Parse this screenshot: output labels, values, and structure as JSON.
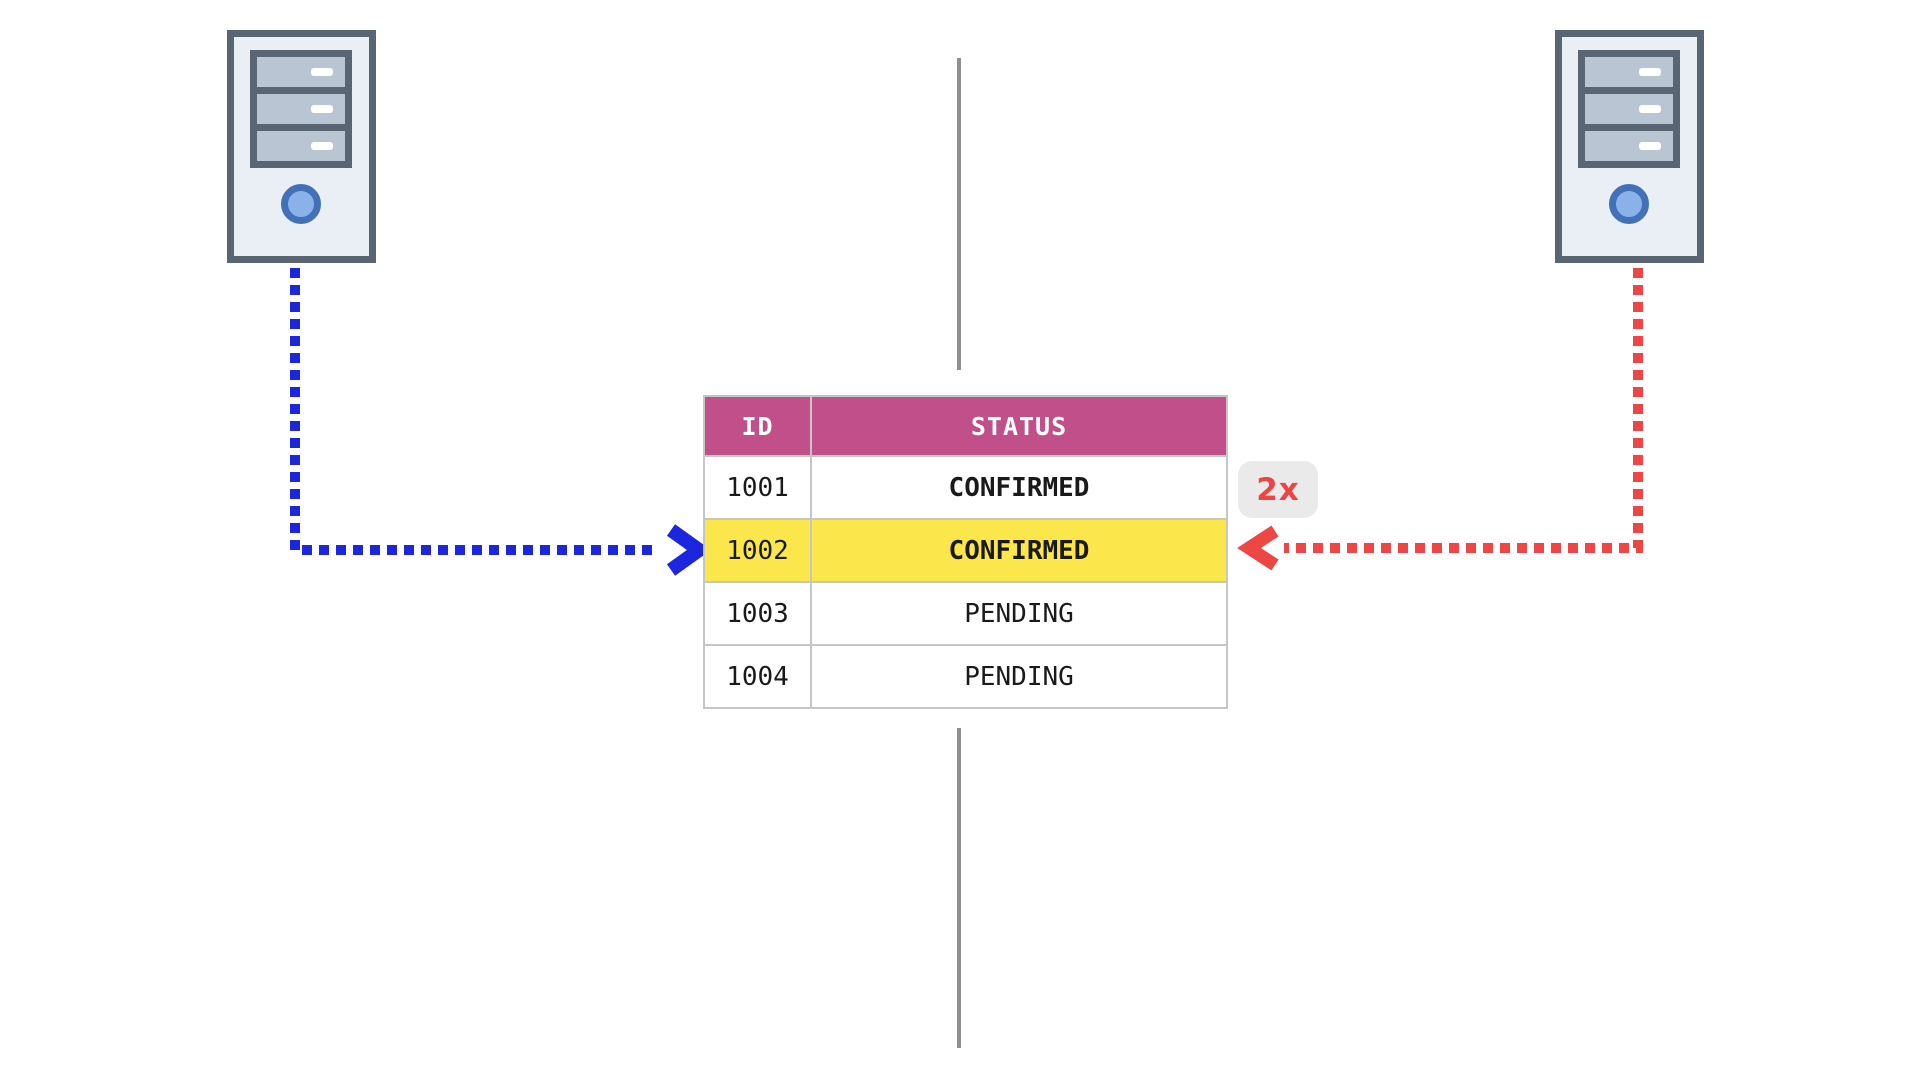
{
  "table": {
    "columns": [
      "ID",
      "STATUS"
    ],
    "rows": [
      {
        "id": "1001",
        "status": "CONFIRMED"
      },
      {
        "id": "1002",
        "status": "CONFIRMED"
      },
      {
        "id": "1003",
        "status": "PENDING"
      },
      {
        "id": "1004",
        "status": "PENDING"
      }
    ]
  },
  "badge": {
    "label": "2x"
  },
  "colors": {
    "header-pink": "#c04f8a",
    "header-text": "#ffffff",
    "highlight-yellow": "#fbe64b",
    "status-blue": "#1747d8",
    "status-red": "#d6391b",
    "arrow-blue": "#1c26de",
    "arrow-red": "#ee4545",
    "badge-bg": "#eaeaea",
    "badge-text": "#ef4444",
    "divider-gray": "#8f8f8f",
    "table-border": "#c6c6c6",
    "cell-text": "#1a1a1a",
    "server-outline": "#5a6574",
    "server-body": "#e9eff5",
    "server-slot": "#b9c5d3",
    "server-power-ring": "#4371b8",
    "server-power-fill": "#8ab1e8"
  }
}
